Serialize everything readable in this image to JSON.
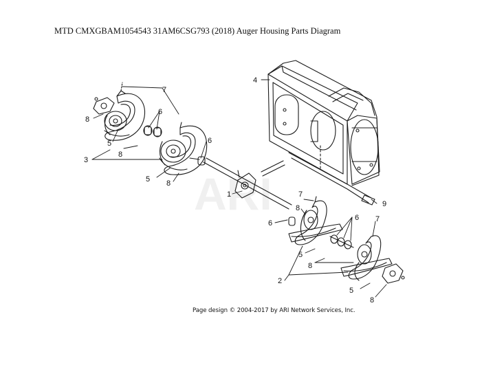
{
  "title": "MTD CMXGBAM1054543 31AM6CSG793 (2018) Auger Housing Parts Diagram",
  "footer": "Page design © 2004-2017 by ARI Network Services, Inc.",
  "watermark": "ARI",
  "callouts": {
    "c4": "4",
    "c7_top": "7",
    "c8_top": "8",
    "c6_top": "6",
    "c5_top": "5",
    "c8_mid": "8",
    "c3": "3",
    "c6_mid": "6",
    "c5_mid": "5",
    "c8_lower": "8",
    "c1": "1",
    "c9": "9",
    "c7_right": "7",
    "c8_right": "8",
    "c6_right": "6",
    "c6_right2": "6",
    "c7_far": "7",
    "c5_right": "5",
    "c8_right2": "8",
    "c2": "2",
    "c5_bottom": "5",
    "c8_bottom": "8"
  },
  "colors": {
    "line": "#1a1a1a",
    "watermark": "#efefef"
  }
}
